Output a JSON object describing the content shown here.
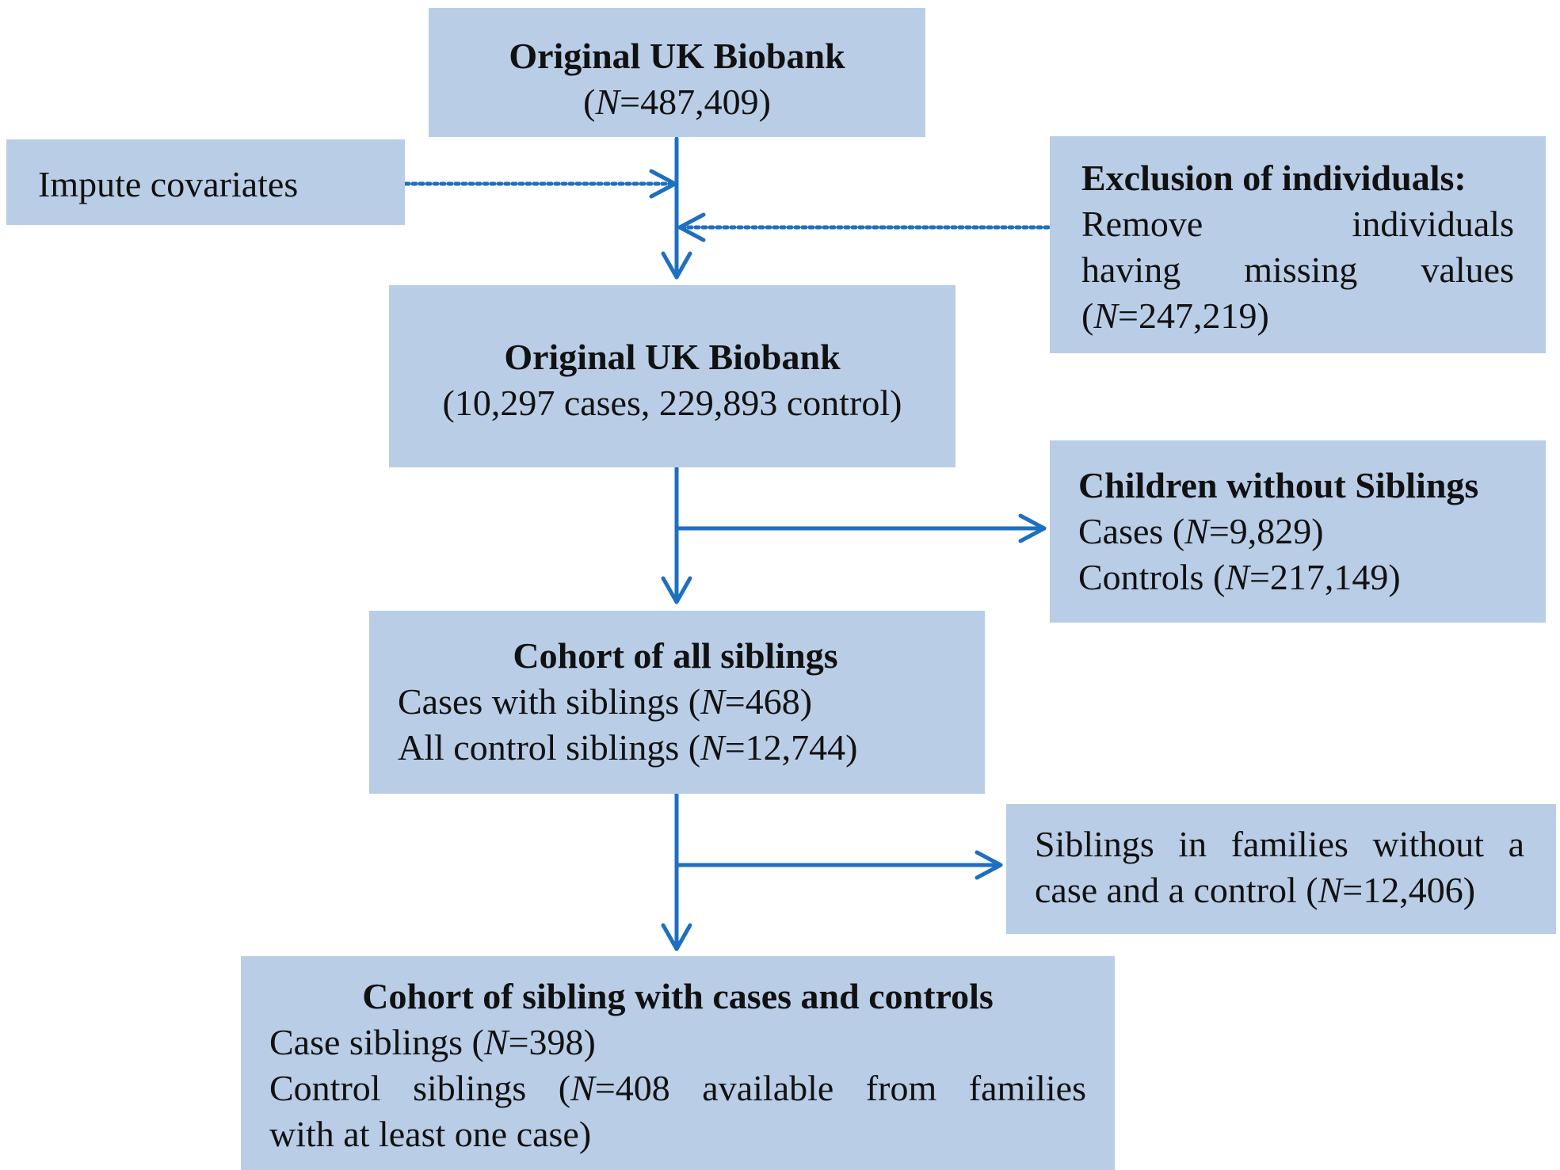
{
  "boxes": {
    "original": {
      "title": "Original UK Biobank",
      "line1_pre": "(",
      "line1_n": "N",
      "line1_post": "=487,409)"
    },
    "impute": {
      "text": "Impute covariates"
    },
    "exclusion": {
      "title": "Exclusion of individuals:",
      "line1": "Remove individuals",
      "line2": "having missing values",
      "line3_pre": "(",
      "line3_n": "N",
      "line3_post": "=247,219)"
    },
    "original_split": {
      "title": "Original UK Biobank",
      "line1": "(10,297 cases, 229,893 control)"
    },
    "children_no_siblings": {
      "title": "Children without Siblings",
      "line1_pre": "Cases (",
      "line1_n": "N",
      "line1_post": "=9,829)",
      "line2_pre": "Controls (",
      "line2_n": "N",
      "line2_post": "=217,149)"
    },
    "cohort_all_siblings": {
      "title": "Cohort of all siblings",
      "line1_pre": "Cases with siblings (",
      "line1_n": "N",
      "line1_post": "=468)",
      "line2_pre": "All control siblings (",
      "line2_n": "N",
      "line2_post": "=12,744)"
    },
    "siblings_no_case_control": {
      "line1": "Siblings in families without a",
      "line2_pre": "case and a control (",
      "line2_n": "N",
      "line2_post": "=12,406)"
    },
    "cohort_cases_controls": {
      "title": "Cohort of sibling with cases and controls",
      "line1_pre": "Case siblings (",
      "line1_n": "N",
      "line1_post": "=398)",
      "line2_pre": "Control siblings (",
      "line2_n": "N",
      "line2_post": "=408 available from families",
      "line3": "with at least one case)"
    }
  },
  "colors": {
    "box_fill": "#b9cde6",
    "arrow": "#1f6fbf"
  }
}
